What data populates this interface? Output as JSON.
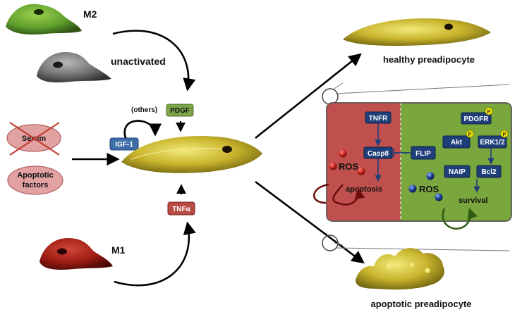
{
  "cells": {
    "m2": "M2",
    "unactivated": "unactivated",
    "m1": "M1",
    "healthy": "healthy preadipocyte",
    "apoptotic": "apoptotic preadipocyte"
  },
  "signals": {
    "others": "(others)",
    "pdgf": "PDGF",
    "igf1": "IGF-1",
    "tnfa": "TNFα",
    "serum": "Serum",
    "apoptotic_factors_line1": "Apoptotic",
    "apoptotic_factors_line2": "factors"
  },
  "inset": {
    "tnfr": "TNFR",
    "casp8": "Casp8",
    "flip": "FLIP",
    "pdgfr": "PDGFR",
    "akt": "Akt",
    "erk": "ERK1/2",
    "naip": "NAIP",
    "bcl2": "Bcl2",
    "ros_left": "ROS",
    "ros_right": "ROS",
    "apoptosis": "apoptosis",
    "survival": "survival",
    "phospho": "P"
  },
  "colors": {
    "inset_red": "#c0504d",
    "inset_green": "#7aa63e",
    "box_blue": "#1f3f7a",
    "pdgf_green": "#7ea44b",
    "tnfa_red": "#b94a44",
    "igf_blue": "#3d6ea8",
    "serum_pink": "#e2a2a2",
    "ros_red": "#c8231e",
    "ros_blue": "#1c3f99",
    "phospho_yellow": "#f5e600",
    "preadipocyte_yellow": "#c8b22a",
    "m2_green": "#5f9f2d",
    "m1_red": "#9b1b12",
    "unactivated_gray": "#7a7a7a"
  }
}
